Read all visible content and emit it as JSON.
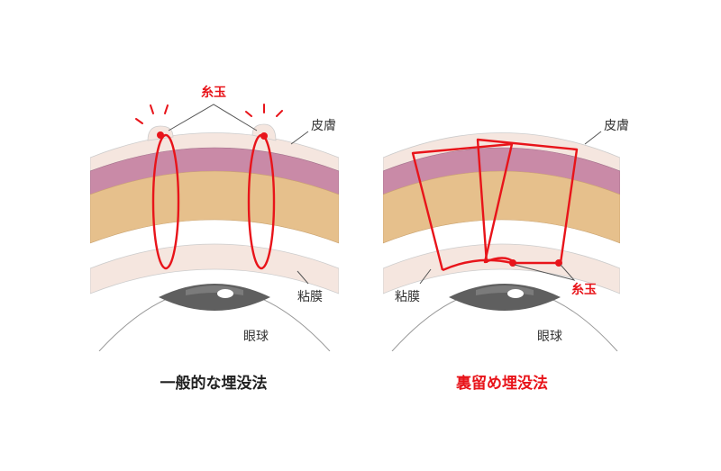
{
  "labels": {
    "knot": "糸玉",
    "skin": "皮膚",
    "mucosa": "粘膜",
    "eyeball": "眼球"
  },
  "captions": {
    "left": "一般的な埋没法",
    "right": "裏留め埋没法"
  },
  "colors": {
    "skin": "#f5e6df",
    "muscle": "#c98aa7",
    "fat": "#e6c08c",
    "suture": "#e8141a",
    "leader": "#555555",
    "eye_outline": "#999999",
    "iris": "#5f5f5f",
    "caption_left": "#222222",
    "caption_right": "#e8141a"
  }
}
